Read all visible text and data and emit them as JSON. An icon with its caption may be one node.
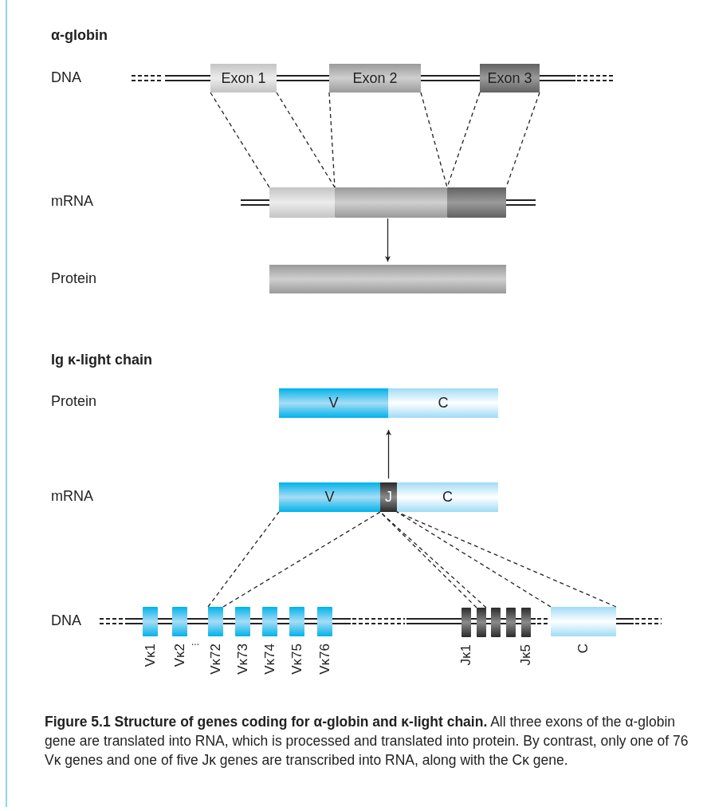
{
  "diagram": {
    "caption": "**Figure 5.1  Structure of genes coding for α-globin and κ-light chain.** All three exons of the α-globin gene are translated into RNA, which is processed and translated into protein. By contrast, only one of 76 Vκ genes and one of five Jκ genes are transcribed into RNA, along with the Cκ gene.",
    "nodes": [
      {
        "text": [
          "Exon 1"
        ]
      },
      {
        "text": [
          "Exon 2"
        ]
      },
      {
        "text": [
          "Exon 3"
        ]
      },
      {
        "text": [],
        "shape": "bar"
      },
      {
        "text": [],
        "shape": "box",
        "in": 3
      },
      {
        "text": [],
        "shape": "box",
        "in": 3
      },
      {
        "text": [],
        "shape": "box",
        "in": 3
      },
      {
        "text": [],
        "shape": "bar"
      },
      {
        "text": [],
        "shape": "bar"
      },
      {
        "text": [
          "V"
        ],
        "in": 8
      },
      {
        "text": [
          "C"
        ],
        "in": 8
      },
      {
        "text": [],
        "shape": "bar"
      },
      {
        "text": [
          "V"
        ],
        "in": 11
      },
      {
        "text": [
          "J"
        ],
        "in": 11
      },
      {
        "text": [
          "C"
        ],
        "in": 11
      },
      {
        "text": [],
        "shape": "box",
        "beside": [
          "Vκ1"
        ]
      },
      {
        "text": [],
        "shape": "box",
        "beside": [
          "Vκ2"
        ]
      },
      {
        "text": [],
        "shape": "box",
        "beside": [
          "Vκ72"
        ]
      },
      {
        "text": [],
        "shape": "box",
        "beside": [
          "Vκ73"
        ]
      },
      {
        "text": [],
        "shape": "box",
        "beside": [
          "Vκ74"
        ]
      },
      {
        "text": [],
        "shape": "box",
        "beside": [
          "Vκ75"
        ]
      },
      {
        "text": [],
        "shape": "box",
        "beside": [
          "Vκ76"
        ]
      },
      {
        "text": [],
        "shape": "box",
        "beside": [
          "Jκ1"
        ]
      },
      {
        "text": [],
        "shape": "box"
      },
      {
        "text": [],
        "shape": "box"
      },
      {
        "text": [],
        "shape": "box"
      },
      {
        "text": [],
        "shape": "box",
        "beside": [
          "Jκ5"
        ]
      },
      {
        "text": [],
        "shape": "box",
        "beside": [
          "C"
        ]
      }
    ],
    "edges": [
      {
        "from": 0,
        "to": 4,
        "arrow": "none",
        "style": "dashed"
      },
      {
        "from": 0,
        "to": 4,
        "arrow": "none",
        "style": "dashed"
      },
      {
        "from": 1,
        "to": 5,
        "arrow": "none",
        "style": "dashed"
      },
      {
        "from": 1,
        "to": 5,
        "arrow": "none",
        "style": "dashed"
      },
      {
        "from": 2,
        "to": 6,
        "arrow": "none",
        "style": "dashed"
      },
      {
        "from": 2,
        "to": 6,
        "arrow": "none",
        "style": "dashed"
      },
      {
        "from": 3,
        "to": 7,
        "arrow": "to"
      },
      {
        "from": 11,
        "to": 8,
        "arrow": "to"
      },
      {
        "from": 17,
        "to": 12,
        "arrow": "none",
        "style": "dashed"
      },
      {
        "from": 17,
        "to": 12,
        "arrow": "none",
        "style": "dashed"
      },
      {
        "from": 23,
        "to": 13,
        "arrow": "none",
        "style": "dashed"
      },
      {
        "from": 23,
        "to": 13,
        "arrow": "none",
        "style": "dashed"
      },
      {
        "from": 27,
        "to": 14,
        "arrow": "none",
        "style": "dashed"
      },
      {
        "from": 27,
        "to": 14,
        "arrow": "none",
        "style": "dashed"
      }
    ],
    "labels": [
      "α-globin",
      "DNA",
      "mRNA",
      "Protein",
      "Ig κ-light chain",
      "Protein",
      "mRNA",
      "DNA",
      "..."
    ]
  }
}
